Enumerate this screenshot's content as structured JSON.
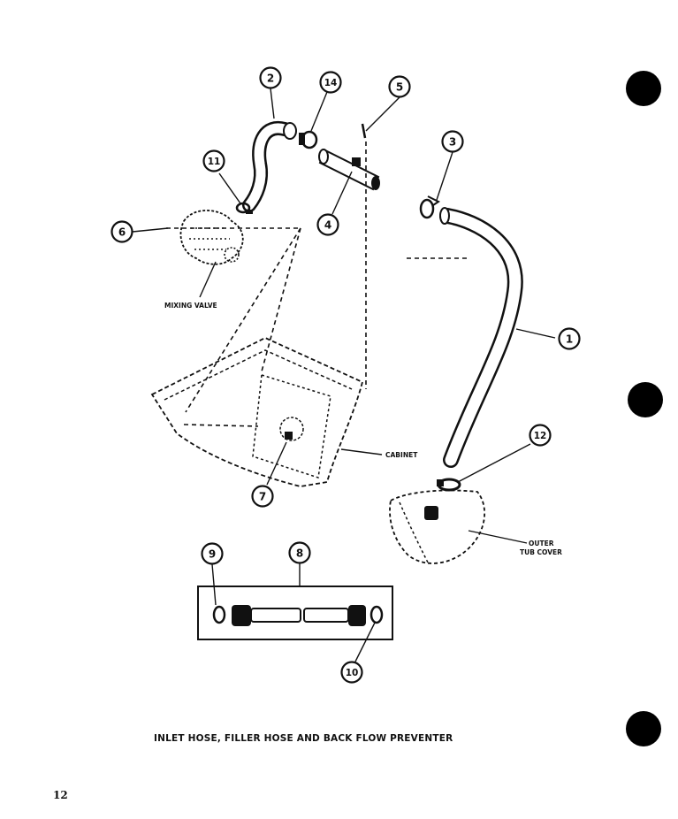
{
  "callouts": [
    {
      "id": "c1",
      "text": "1"
    },
    {
      "id": "c2",
      "text": "2"
    },
    {
      "id": "c3",
      "text": "3"
    },
    {
      "id": "c4",
      "text": "4"
    },
    {
      "id": "c5",
      "text": "5"
    },
    {
      "id": "c6",
      "text": "6"
    },
    {
      "id": "c7",
      "text": "7"
    },
    {
      "id": "c8",
      "text": "8"
    },
    {
      "id": "c9",
      "text": "9"
    },
    {
      "id": "c10",
      "text": "10"
    },
    {
      "id": "c11",
      "text": "11"
    },
    {
      "id": "c12",
      "text": "12"
    },
    {
      "id": "c14",
      "text": "14"
    }
  ],
  "labels": {
    "mixing_valve": "MIXING VALVE",
    "cabinet": "CABINET",
    "outer_tub_cover_line1": "OUTER",
    "outer_tub_cover_line2": "TUB COVER"
  },
  "caption": "INLET HOSE, FILLER HOSE AND BACK FLOW PREVENTER",
  "page_number": "12"
}
